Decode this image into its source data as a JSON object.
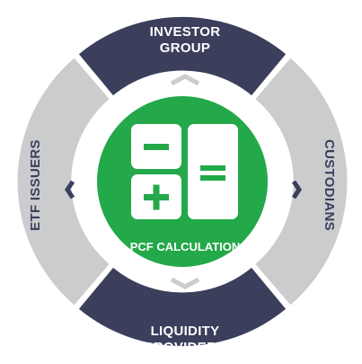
{
  "center": {
    "label": "PCF CALCULATION",
    "color": "#23a84a",
    "icon": "calculator-icon"
  },
  "segments": {
    "top": {
      "line1": "INVESTOR",
      "line2": "GROUP",
      "color": "#3b3f5c"
    },
    "bottom": {
      "line1": "LIQUIDITY",
      "line2": "PROVIDERS",
      "color": "#3b3f5c"
    },
    "left": {
      "label": "ETF ISSUERS",
      "color": "#cbcccd"
    },
    "right": {
      "label": "CUSTODIANS",
      "color": "#cbcccd"
    }
  },
  "arrows": {
    "top": "chevron-up-icon",
    "bottom": "chevron-down-icon",
    "left": "chevron-left-icon",
    "right": "chevron-right-icon"
  }
}
